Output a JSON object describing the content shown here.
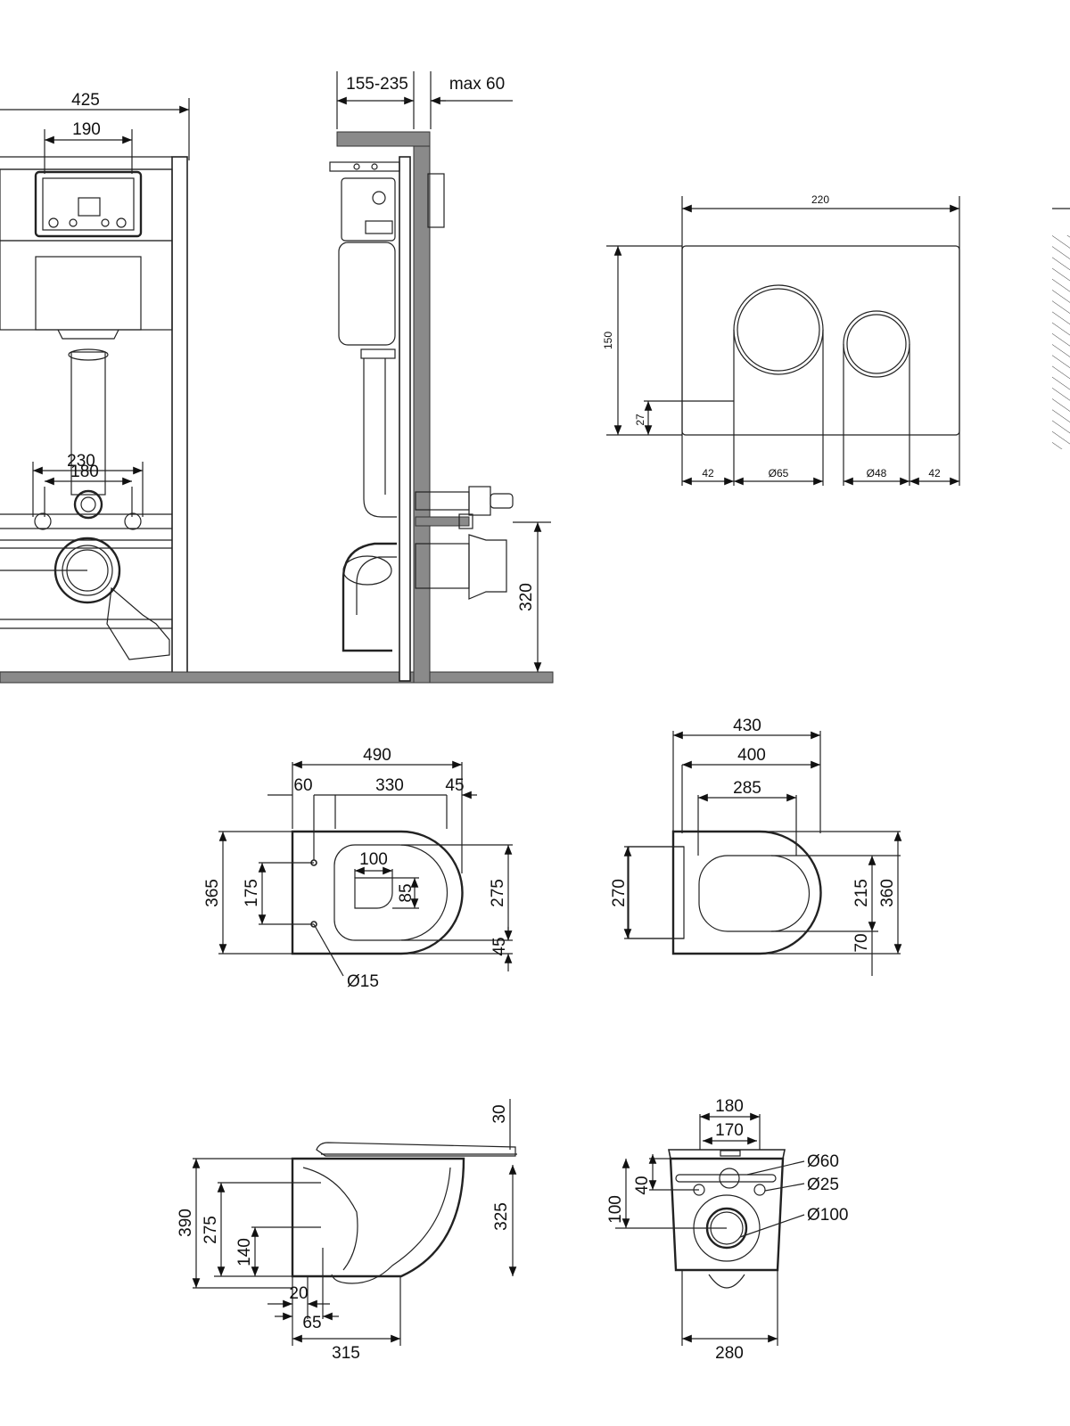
{
  "frame_front": {
    "d_425": "425",
    "d_190": "190",
    "d_230": "230",
    "d_180": "180"
  },
  "frame_side": {
    "d_155_235": "155-235",
    "d_max60": "max 60",
    "d_320": "320"
  },
  "flush_plate": {
    "d_220": "220",
    "d_150": "150",
    "d_27": "27",
    "d_42_left": "42",
    "d_65": "Ø65",
    "d_48": "Ø48",
    "d_42_right": "42"
  },
  "bowl_top": {
    "d_490": "490",
    "d_60": "60",
    "d_330": "330",
    "d_45_top": "45",
    "d_100": "100",
    "d_85": "85",
    "d_365": "365",
    "d_175": "175",
    "d_275": "275",
    "d_45_side": "45",
    "d_d15": "Ø15"
  },
  "seat_top": {
    "d_430": "430",
    "d_400": "400",
    "d_285": "285",
    "d_270": "270",
    "d_215": "215",
    "d_360": "360",
    "d_70": "70"
  },
  "bowl_side": {
    "d_30": "30",
    "d_390": "390",
    "d_275": "275",
    "d_140": "140",
    "d_325": "325",
    "d_20": "20",
    "d_65": "65",
    "d_315": "315"
  },
  "bowl_back": {
    "d_180": "180",
    "d_170": "170",
    "d_60": "Ø60",
    "d_25": "Ø25",
    "d_100d": "Ø100",
    "d_40": "40",
    "d_100": "100",
    "d_280": "280"
  }
}
